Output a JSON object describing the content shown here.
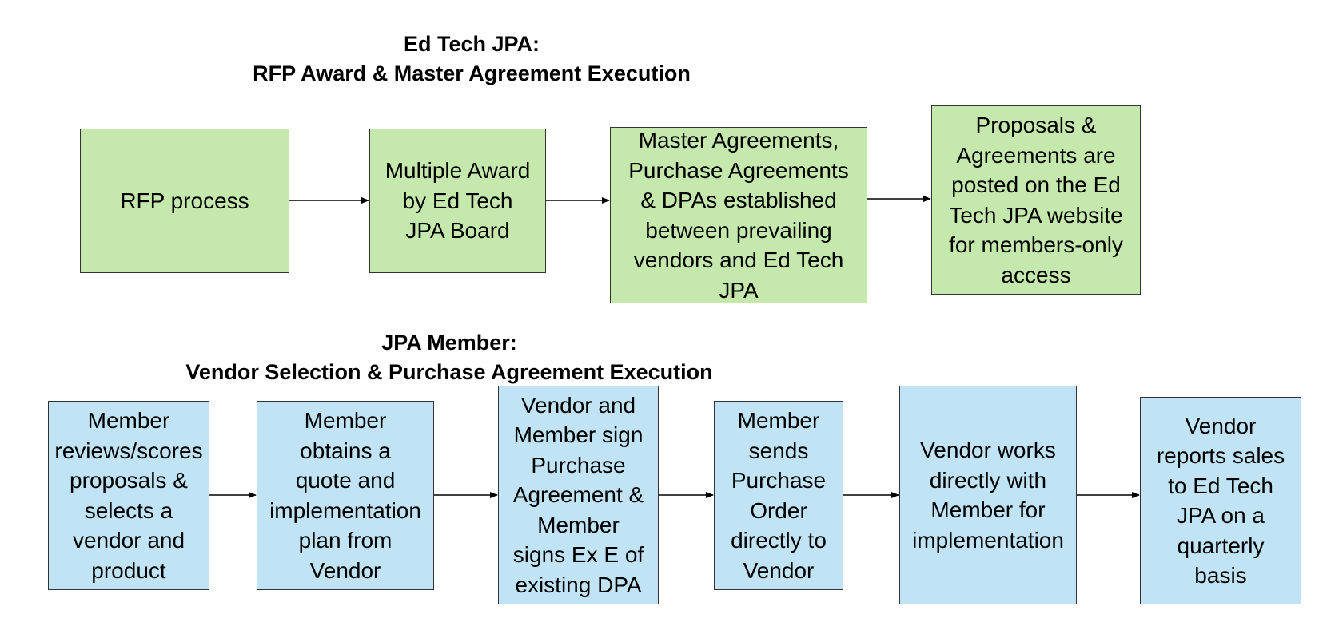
{
  "section1": {
    "title_line1": "Ed Tech JPA:",
    "title_line2": "RFP Award & Master Agreement Execution",
    "steps": [
      "RFP process",
      "Multiple Award\nby Ed Tech\nJPA Board",
      "Master Agreements,\nPurchase Agreements\n& DPAs established\nbetween prevailing\nvendors and Ed Tech\nJPA",
      "Proposals &\nAgreements are\nposted on the Ed\nTech JPA website\nfor members-only\naccess"
    ]
  },
  "section2": {
    "title_line1": "JPA Member:",
    "title_line2": "Vendor Selection & Purchase Agreement Execution",
    "steps": [
      "Member\nreviews/scores\nproposals &\nselects a\nvendor and\nproduct",
      "Member\nobtains a\nquote and\nimplementation\nplan from\nVendor",
      "Vendor  and\nMember sign\nPurchase\nAgreement &\nMember\nsigns Ex E of\nexisting DPA",
      "Member\nsends\nPurchase\nOrder\ndirectly to\nVendor",
      "Vendor works\ndirectly with\nMember for\nimplementation",
      "Vendor\nreports sales\nto Ed Tech\nJPA on a\nquarterly\nbasis"
    ]
  },
  "colors": {
    "section1_fill": "#c5e8ad",
    "section2_fill": "#c0e4f5",
    "border": "#333333",
    "arrow": "#000000"
  }
}
